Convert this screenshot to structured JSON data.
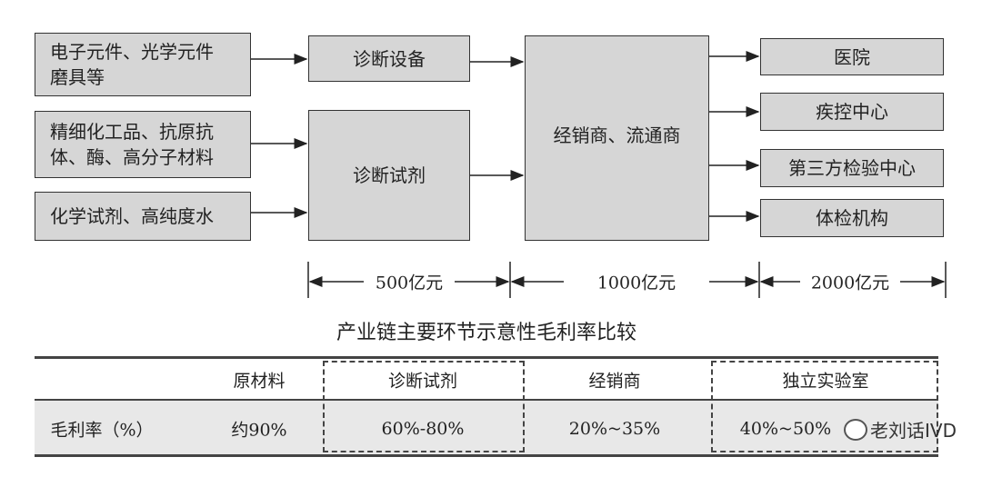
{
  "sources": [
    {
      "lines": [
        "电子元件、光学元件",
        "磨具等"
      ]
    },
    {
      "lines": [
        "精细化工品、抗原抗",
        "体、酶、高分子材料"
      ]
    },
    {
      "lines": [
        "化学试剂、高纯度水"
      ]
    }
  ],
  "products": [
    "诊断设备",
    "诊断试剂"
  ],
  "distributor": "经销商、流通商",
  "endpoints": [
    "医院",
    "疾控中心",
    "第三方检验中心",
    "体检机构"
  ],
  "market_sizes": [
    "500亿元",
    "1000亿元",
    "2000亿元"
  ],
  "table": {
    "title": "产业链主要环节示意性毛利率比较",
    "headers": [
      "",
      "原材料",
      "诊断试剂",
      "经销商",
      "独立实验室"
    ],
    "row": [
      "毛利率（%）",
      "约90%",
      "60%-80%",
      "20%~35%",
      "40%~50%"
    ]
  },
  "watermark": "老刘话IVD"
}
